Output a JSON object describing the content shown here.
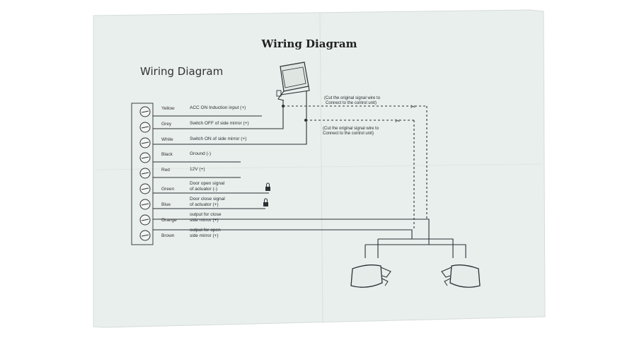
{
  "titles": {
    "center": "Wiring Diagram",
    "left": "Wiring Diagram"
  },
  "terminals": [
    {
      "color": "Yellow",
      "desc1": "ACC ON Induction input (+)",
      "desc2": ""
    },
    {
      "color": "Grey",
      "desc1": "Switch OFF of side mirror (+)",
      "desc2": ""
    },
    {
      "color": "White",
      "desc1": "Switch ON of side mirror (+)",
      "desc2": ""
    },
    {
      "color": "Black",
      "desc1": "Ground (-)",
      "desc2": ""
    },
    {
      "color": "Red",
      "desc1": "12V (+)",
      "desc2": ""
    },
    {
      "color": "Green",
      "desc1": "Door open signal",
      "desc2": "of actuator (-)"
    },
    {
      "color": "Blue",
      "desc1": "Door close signal",
      "desc2": "of actuator (+)"
    },
    {
      "color": "Orange",
      "desc1": "output for close",
      "desc2": "side mirror (+)"
    },
    {
      "color": "Brown",
      "desc1": "output for open",
      "desc2": "side mirror (+)"
    }
  ],
  "notes": {
    "top1": "(Cut the original signal wire to",
    "top2": "Connect to the control unit)",
    "mid1": "(Cut the original signal wire to",
    "mid2": "Connect to the control unit)"
  },
  "icons": [
    "switch-icon",
    "scissors-icon",
    "lock-icon",
    "side-mirror-icon"
  ]
}
